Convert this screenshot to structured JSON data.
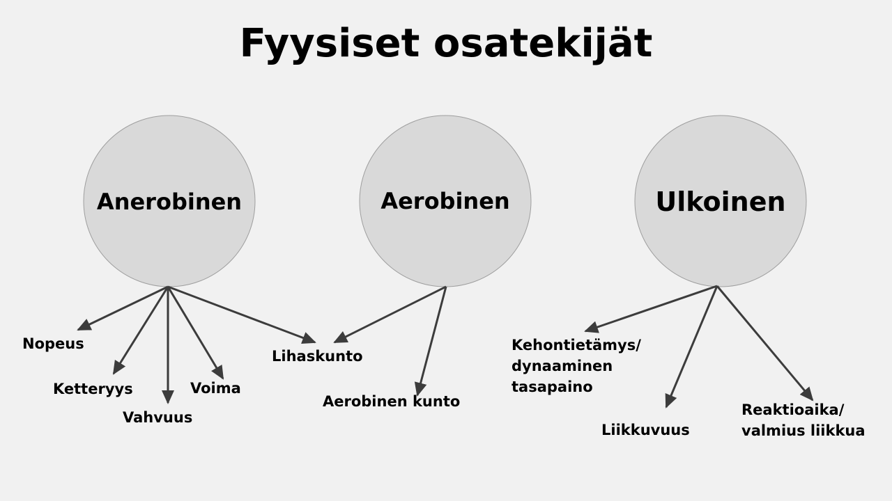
{
  "title": "Fyysiset osatekijät",
  "colors": {
    "background": "#f1f1f1",
    "circle_fill": "#d9d9d9",
    "circle_stroke": "#9e9e9e",
    "arrow": "#3c3c3c"
  },
  "nodes": [
    {
      "label": "Anerobinen",
      "children": [
        "Nopeus",
        "Ketteryys",
        "Vahvuus",
        "Voima",
        "Lihaskunto"
      ]
    },
    {
      "label": "Aerobinen",
      "children": [
        "Lihaskunto",
        "Aerobinen kunto"
      ]
    },
    {
      "label": "Ulkoinen",
      "children": [
        "Kehontietämys/ dynaaminen tasapaino",
        "Liikkuvuus",
        "Reaktioaika/ valmius liikkua"
      ]
    }
  ],
  "labels": {
    "nopeus": "Nopeus",
    "ketteryys": "Ketteryys",
    "vahvuus": "Vahvuus",
    "voima": "Voima",
    "lihaskunto": "Lihaskunto",
    "aerobinen_kunto": "Aerobinen kunto",
    "kehontietamys": [
      "Kehontietämys/",
      "dynaaminen",
      "tasapaino"
    ],
    "liikkuvuus": "Liikkuvuus",
    "reaktioaika": [
      "Reaktioaika/",
      "valmius liikkua"
    ]
  }
}
